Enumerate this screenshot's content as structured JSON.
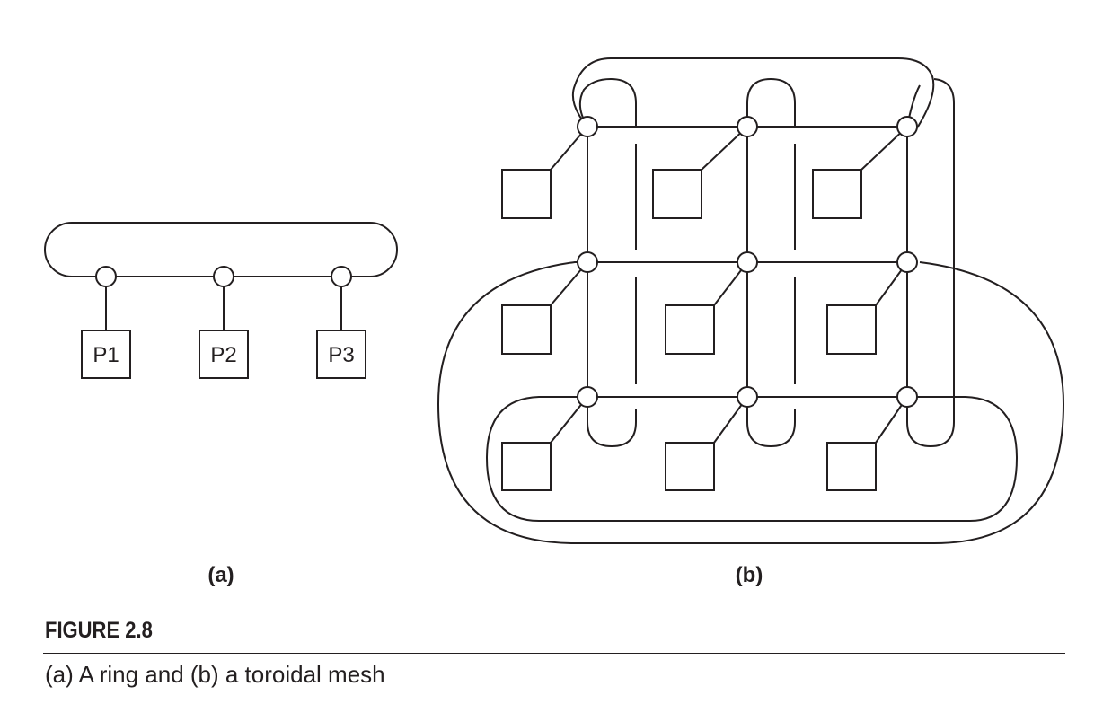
{
  "figure": {
    "number": "FIGURE 2.8",
    "caption": "(a) A ring and (b) a toroidal mesh"
  },
  "panel_a": {
    "label": "(a)",
    "processors": [
      "P1",
      "P2",
      "P3"
    ]
  },
  "panel_b": {
    "label": "(b)",
    "grid_rows": 3,
    "grid_cols": 3
  },
  "colors": {
    "line": "#231f20",
    "background": "#ffffff"
  }
}
